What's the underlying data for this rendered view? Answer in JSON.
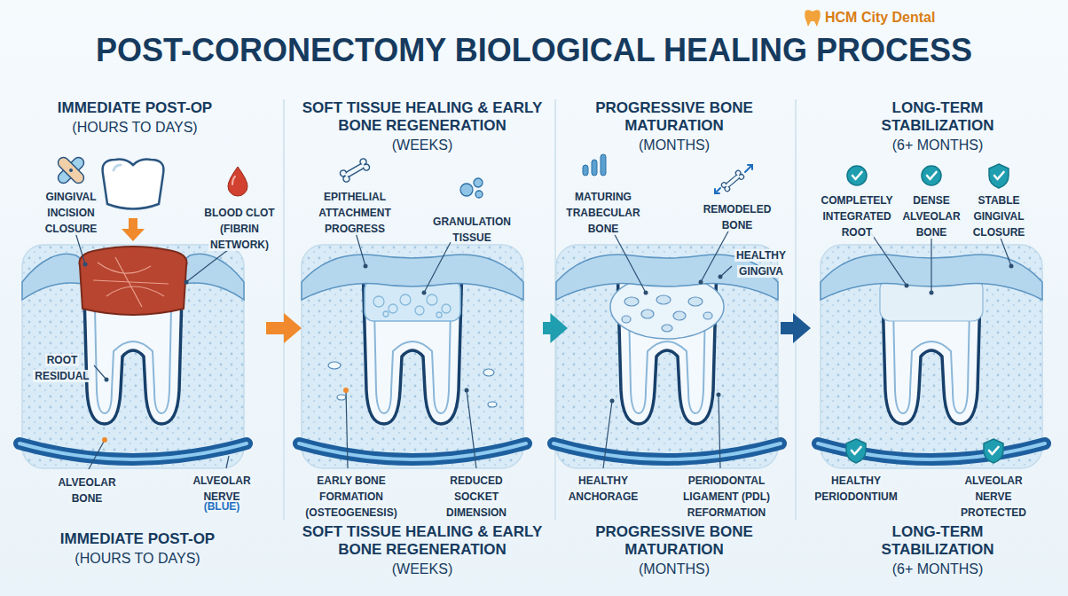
{
  "diagram": {
    "title": "POST-CORONECTOMY BIOLOGICAL HEALING PROCESS",
    "nodes": [
      {
        "text": [
          "IMMEDIATE POST-OP",
          "(HOURS TO DAYS)"
        ]
      },
      {
        "text": [
          "SOFT TISSUE HEALING & EARLY BONE REGENERATION",
          "(WEEKS)"
        ]
      },
      {
        "text": [
          "PROGRESSIVE BONE MATURATION",
          "(MONTHS)"
        ]
      },
      {
        "text": [
          "LONG-TERM STABILIZATION",
          "(6+ MONTHS)"
        ]
      }
    ],
    "edges": [
      {
        "from": 0,
        "to": 1,
        "arrow": "to"
      },
      {
        "from": 1,
        "to": 2,
        "arrow": "to"
      },
      {
        "from": 2,
        "to": 3,
        "arrow": "to"
      }
    ],
    "labels": [
      "HCM City Dental",
      "GINGIVAL INCISION CLOSURE",
      "BLOOD CLOT (FIBRIN NETWORK)",
      "ROOT RESIDUAL",
      "ALVEOLAR BONE",
      "ALVEOLAR NERVE",
      "(BLUE)",
      "EPITHELIAL ATTACHMENT PROGRESS",
      "GRANULATION TISSUE",
      "EARLY BONE FORMATION (OSTEOGENESIS)",
      "REDUCED SOCKET DIMENSION",
      "MATURING TRABECULAR BONE",
      "REMODELED BONE",
      "HEALTHY GINGIVA",
      "HEALTHY ANCHORAGE",
      "PERIODONTAL LIGAMENT (PDL) REFORMATION",
      "COMPLETELY INTEGRATED ROOT",
      "DENSE ALVEOLAR BONE",
      "STABLE GINGIVAL CLOSURE",
      "HEALTHY PERIODONTIUM",
      "ALVEOLAR NERVE PROTECTED",
      "IMMEDIATE POST-OP",
      "(HOURS TO DAYS)",
      "SOFT TISSUE HEALING & EARLY BONE REGENERATION",
      "(WEEKS)",
      "PROGRESSIVE BONE MATURATION",
      "(MONTHS)",
      "LONG-TERM STABILIZATION",
      "(6+ MONTHS)"
    ]
  }
}
